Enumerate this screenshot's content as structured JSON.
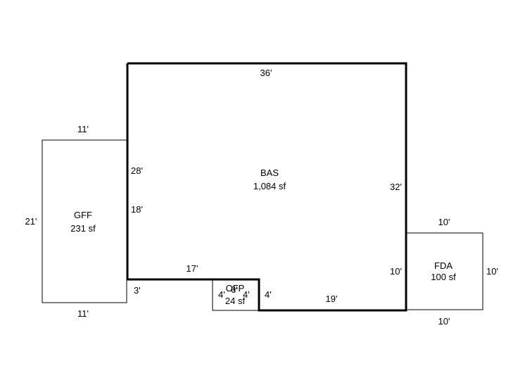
{
  "areas": {
    "bas": {
      "code": "BAS",
      "area": "1,084 sf"
    },
    "gff": {
      "code": "GFF",
      "area": "231 sf"
    },
    "fda": {
      "code": "FDA",
      "area": "100 sf"
    },
    "ofp": {
      "code": "OFP",
      "area": "24 sf"
    }
  },
  "dimensions": {
    "bas_top": "36'",
    "bas_left_upper": "28'",
    "bas_left_lower": "18'",
    "bas_right": "32'",
    "bas_bottom_left": "17'",
    "bas_bottom_right": "19'",
    "bas_step_right": "4'",
    "bas_right_lower": "10'",
    "gff_top": "11'",
    "gff_left": "21'",
    "gff_bottom": "11'",
    "gff_right_lower": "3'",
    "fda_top": "10'",
    "fda_right": "10'",
    "fda_bottom": "10'",
    "ofp_left": "4'",
    "ofp_top": "6'",
    "ofp_right": "4'"
  }
}
